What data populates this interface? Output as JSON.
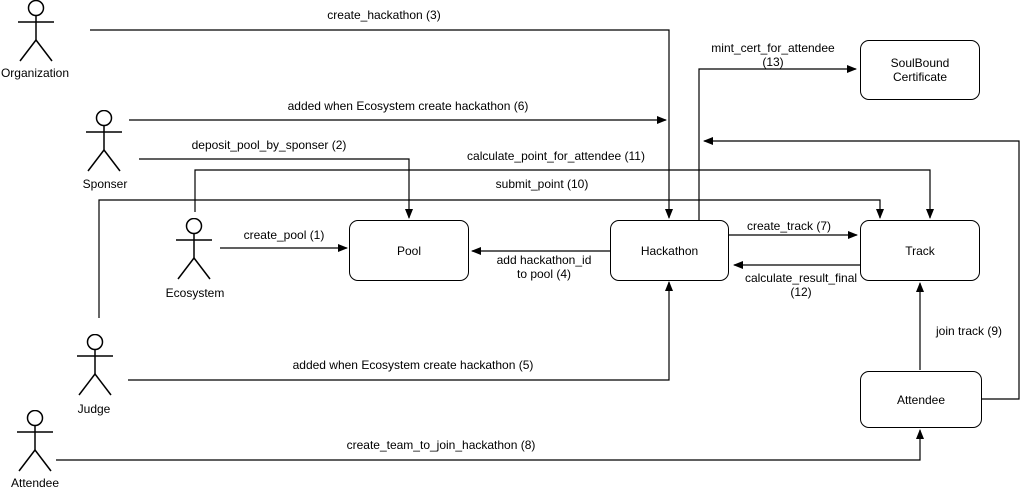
{
  "diagram": {
    "background_color": "#ffffff",
    "stroke_color": "#000000",
    "actors": [
      {
        "id": "organization",
        "label": "Organization"
      },
      {
        "id": "sponser",
        "label": "Sponser"
      },
      {
        "id": "ecosystem",
        "label": "Ecosystem"
      },
      {
        "id": "judge",
        "label": "Judge"
      },
      {
        "id": "attendee",
        "label": "Attendee"
      }
    ],
    "nodes": [
      {
        "id": "pool",
        "label": "Pool"
      },
      {
        "id": "hackathon",
        "label": "Hackathon"
      },
      {
        "id": "track",
        "label": "Track"
      },
      {
        "id": "soulbound_certificate",
        "label_line1": "SoulBound",
        "label_line2": "Certificate"
      },
      {
        "id": "attendee_box",
        "label": "Attendee"
      }
    ],
    "edges": [
      {
        "id": "create_pool",
        "label": "create_pool (1)"
      },
      {
        "id": "deposit_pool_by_sponser",
        "label": "deposit_pool_by_sponser (2)"
      },
      {
        "id": "create_hackathon",
        "label": "create_hackathon (3)"
      },
      {
        "id": "add_hackathon_id_to_pool",
        "label_line1": "add hackathon_id",
        "label_line2": "to pool (4)"
      },
      {
        "id": "added_when_ecosystem_5",
        "label": "added when Ecosystem create hackathon (5)"
      },
      {
        "id": "added_when_ecosystem_6",
        "label": "added when Ecosystem create hackathon (6)"
      },
      {
        "id": "create_track",
        "label": "create_track (7)"
      },
      {
        "id": "create_team_to_join_hackathon",
        "label": "create_team_to_join_hackathon (8)"
      },
      {
        "id": "join_track",
        "label": "join track (9)"
      },
      {
        "id": "submit_point",
        "label": "submit_point (10)"
      },
      {
        "id": "calculate_point_for_attendee",
        "label": "calculate_point_for_attendee (11)"
      },
      {
        "id": "calculate_result_final",
        "label_line1": "calculate_result_final",
        "label_line2": "(12)"
      },
      {
        "id": "mint_cert_for_attendee",
        "label_line1": "mint_cert_for_attendee",
        "label_line2": "(13)"
      }
    ]
  }
}
